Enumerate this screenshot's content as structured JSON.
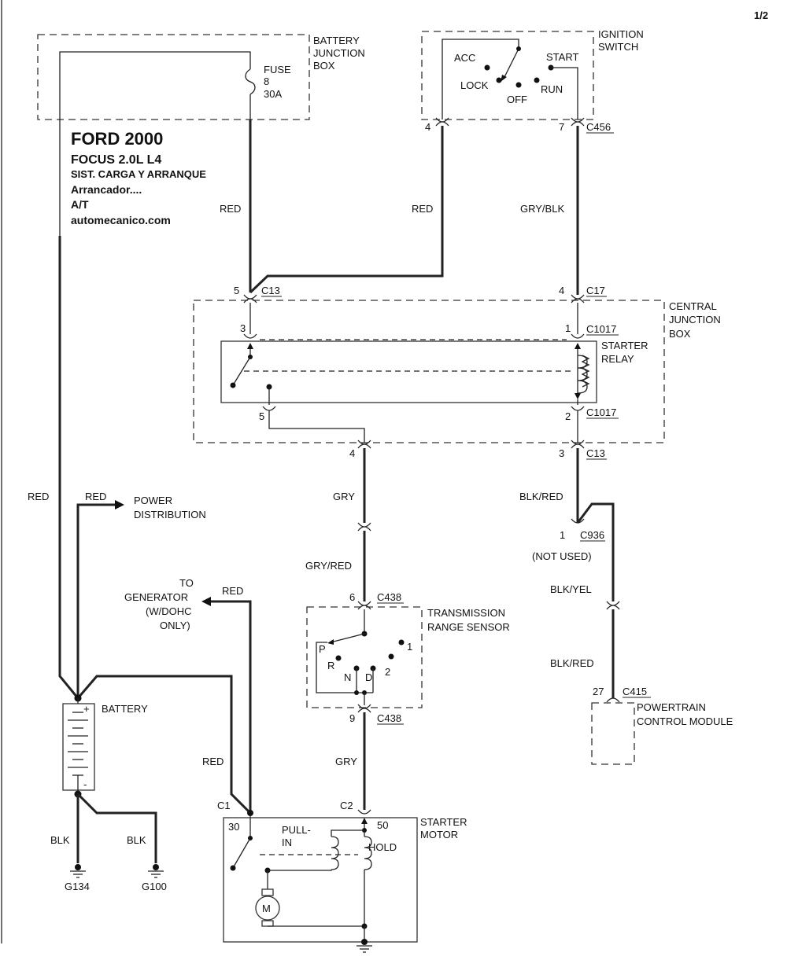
{
  "page_number": "1/2",
  "title": {
    "make": "FORD 2000",
    "model": "FOCUS  2.0L  L4",
    "system": "SIST. CARGA Y ARRANQUE",
    "section": "Arrancador....",
    "trans": "A/T",
    "site": "automecanico.com"
  },
  "battery_junction_box": {
    "label": [
      "BATTERY",
      "JUNCTION",
      "BOX"
    ],
    "fuse": [
      "FUSE",
      "8",
      "30A"
    ]
  },
  "ignition_switch": {
    "label": [
      "IGNITION",
      "SWITCH"
    ],
    "positions": [
      "ACC",
      "START",
      "LOCK",
      "RUN",
      "OFF"
    ],
    "pin_left": "4",
    "pin_right": "7",
    "connector": "C456"
  },
  "wires": {
    "red_1": "RED",
    "red_2": "RED",
    "gry_blk": "GRY/BLK",
    "red_main": "RED",
    "red_power": "RED",
    "red_gen": "RED",
    "red_starter": "RED",
    "gry_1": "GRY",
    "gry_red": "GRY/RED",
    "gry_2": "GRY",
    "blk_red_1": "BLK/RED",
    "blk_yel": "BLK/YEL",
    "blk_red_2": "BLK/RED",
    "blk_1": "BLK",
    "blk_2": "BLK"
  },
  "c13_top": {
    "pin": "5",
    "connector": "C13"
  },
  "c17": {
    "pin": "4",
    "connector": "C17"
  },
  "central_junction_box": {
    "label": [
      "CENTRAL",
      "JUNCTION",
      "BOX"
    ],
    "pin_3": "3",
    "pin_1": "1",
    "c1017_top": "C1017",
    "pin_5": "5",
    "pin_2": "2",
    "c1017_bottom": "C1017"
  },
  "starter_relay": {
    "label": [
      "STARTER",
      "RELAY"
    ]
  },
  "c13_bottom": {
    "pin_left": "4",
    "pin_right": "3",
    "connector": "C13"
  },
  "power_distribution": [
    "POWER",
    "DISTRIBUTION"
  ],
  "generator": [
    "TO",
    "GENERATOR",
    "(W/DOHC",
    "ONLY)"
  ],
  "c936": {
    "pin": "1",
    "connector": "C936",
    "note": "(NOT USED)"
  },
  "c438_top": {
    "pin": "6",
    "connector": "C438"
  },
  "transmission_range_sensor": {
    "label": [
      "TRANSMISSION",
      "RANGE SENSOR"
    ],
    "positions": [
      "P",
      "1",
      "R",
      "N",
      "D",
      "2"
    ]
  },
  "c438_bottom": {
    "pin": "9",
    "connector": "C438"
  },
  "c415": {
    "pin": "27",
    "connector": "C415"
  },
  "pcm": [
    "POWERTRAIN",
    "CONTROL MODULE"
  ],
  "battery": {
    "label": "BATTERY",
    "plus": "+",
    "minus": "-"
  },
  "c1": "C1",
  "c2": "C2",
  "starter_motor": {
    "label": [
      "STARTER",
      "MOTOR"
    ],
    "terminal_30": "30",
    "terminal_50": "50",
    "pull_in": [
      "PULL-",
      "IN"
    ],
    "hold": "HOLD",
    "motor": "M"
  },
  "grounds": {
    "g134": "G134",
    "g100": "G100"
  }
}
